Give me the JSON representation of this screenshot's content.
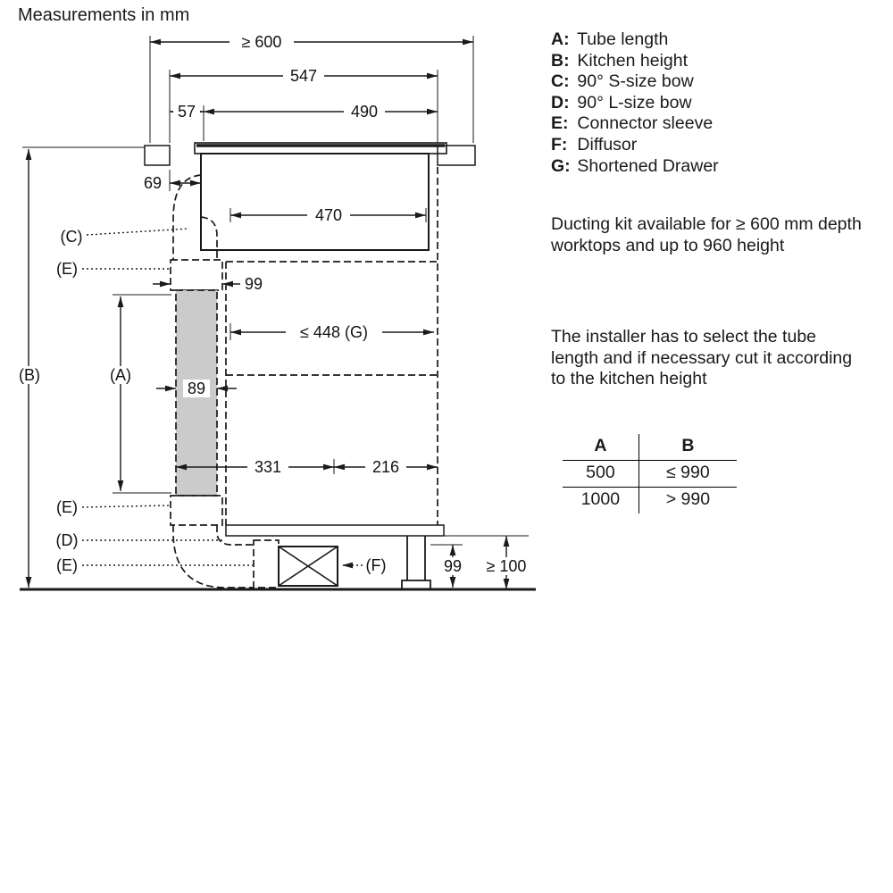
{
  "title": "Measurements in mm",
  "legend": {
    "items": [
      {
        "key": "A:",
        "label": "Tube length"
      },
      {
        "key": "B:",
        "label": "Kitchen height"
      },
      {
        "key": "C:",
        "label": "90° S-size bow"
      },
      {
        "key": "D:",
        "label": "90° L-size bow"
      },
      {
        "key": "E:",
        "label": "Connector sleeve"
      },
      {
        "key": "F:",
        "label": "Diffusor"
      },
      {
        "key": "G:",
        "label": "Shortened Drawer"
      }
    ]
  },
  "notes": {
    "ducting": "Ducting kit available for ≥ 600 mm depth worktops and up to 960 height",
    "installer": "The installer has to select the tube length and if necessary cut it according to the kitchen height"
  },
  "table": {
    "header": {
      "a": "A",
      "b": "B"
    },
    "rows": [
      {
        "a": "500",
        "b": "≤ 990"
      },
      {
        "a": "1000",
        "b": "> 990"
      }
    ]
  },
  "dims": {
    "worktop_depth": "≥ 600",
    "d547": "547",
    "d57": "57",
    "d490": "490",
    "d69": "69",
    "d470": "470",
    "d99_top": "99",
    "drawer": "≤ 448 (G)",
    "d89": "89",
    "d331": "331",
    "d216": "216",
    "d99_bottom": "99",
    "d100": "≥ 100"
  },
  "labels": {
    "a": "(A)",
    "b": "(B)",
    "c": "(C)",
    "d": "(D)",
    "e_top": "(E)",
    "e_mid": "(E)",
    "e_bottom": "(E)",
    "f": "(F)"
  }
}
